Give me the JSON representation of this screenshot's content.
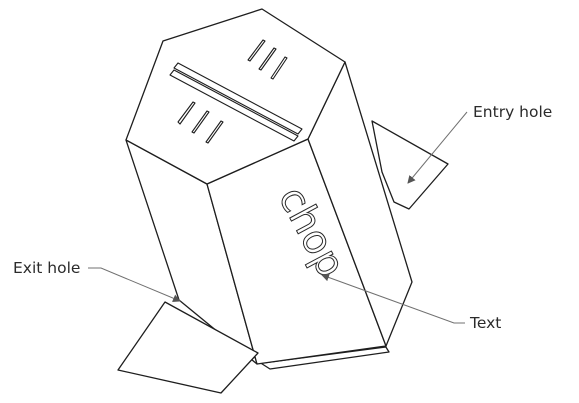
{
  "labels": {
    "entry_hole": "Entry hole",
    "exit_hole": "Exit hole",
    "text": "Text"
  },
  "embossed_text": "chop"
}
